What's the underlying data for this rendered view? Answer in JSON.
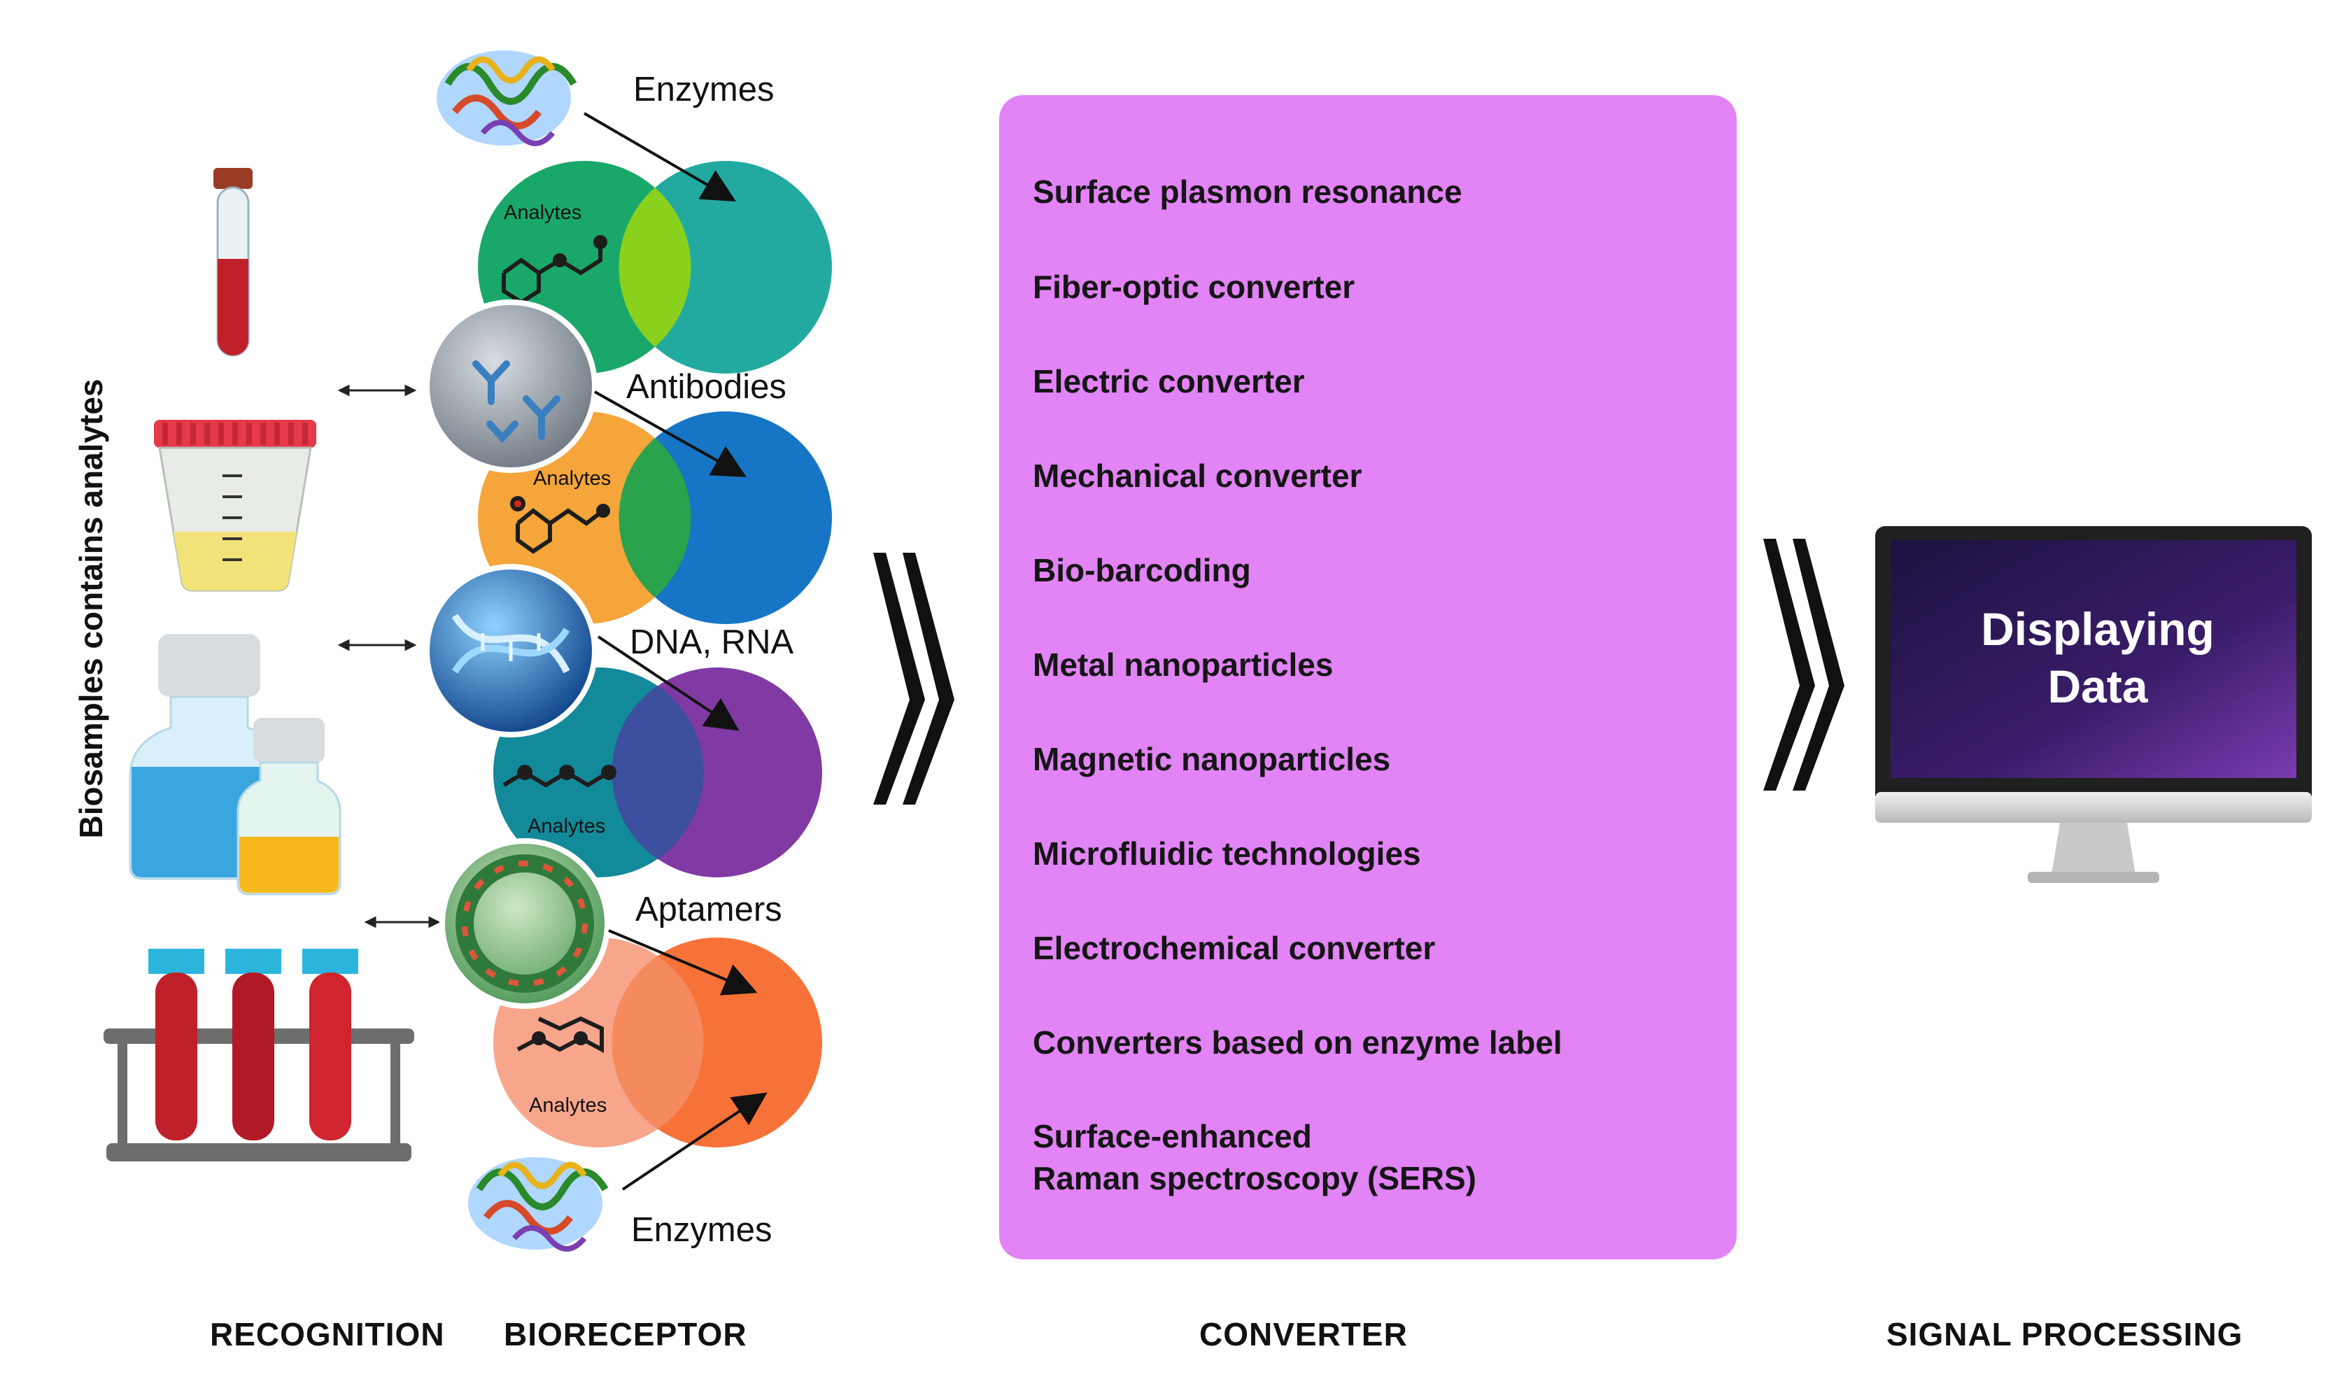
{
  "side_label": "Biosamples contains analytes",
  "bioreceptors": {
    "enzymes_top": "Enzymes",
    "antibodies": "Antibodies",
    "dna_rna": "DNA, RNA",
    "aptamers": "Aptamers",
    "enzymes_bottom": "Enzymes"
  },
  "analytes": [
    "Analytes",
    "Analytes",
    "Analytes",
    "Analytes"
  ],
  "converter_items": [
    "Surface plasmon resonance",
    "Fiber-optic converter",
    "Electric converter",
    "Mechanical converter",
    "Bio-barcoding",
    "Metal nanoparticles",
    "Magnetic nanoparticles",
    "Microfluidic technologies",
    "Electrochemical converter",
    "Converters based on enzyme label",
    "Surface-enhanced",
    "Raman spectroscopy (SERS)"
  ],
  "monitor_text": {
    "line1": "Displaying",
    "line2": "Data"
  },
  "bottom_labels": {
    "recognition": "RECOGNITION",
    "bioreceptor": "BIORECEPTOR",
    "converter": "CONVERTER",
    "signal_processing": "SIGNAL PROCESSING"
  },
  "colors": {
    "converter_box": "#e283f6",
    "enzymes_circle_left": "#1aa86a",
    "enzymes_circle_right": "#17a59b",
    "antibodies_circle_left": "#f5a53a",
    "antibodies_circle_right": "#0a6fc2",
    "dna_circle_left": "#138a9a",
    "dna_circle_right": "#7a2f9e",
    "aptamers_circle_left": "#f7a68c",
    "aptamers_circle_right": "#f56a2e",
    "blood_red": "#c0202a",
    "monitor_screen": "#3a1d6a"
  }
}
